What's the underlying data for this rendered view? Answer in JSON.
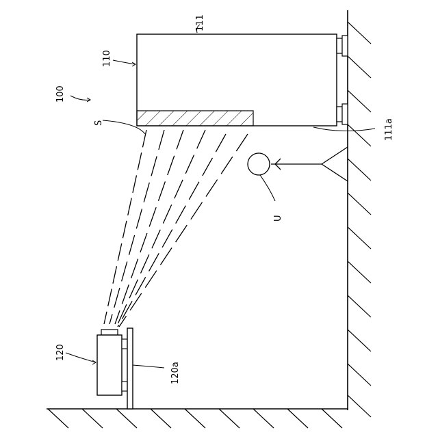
{
  "figure": {
    "labels": {
      "system": "100",
      "display_unit": "110",
      "display_panel": "111",
      "panel_face": "111a",
      "projected_region": "S",
      "projector": "120",
      "projector_mount": "120a",
      "user": "U"
    }
  }
}
